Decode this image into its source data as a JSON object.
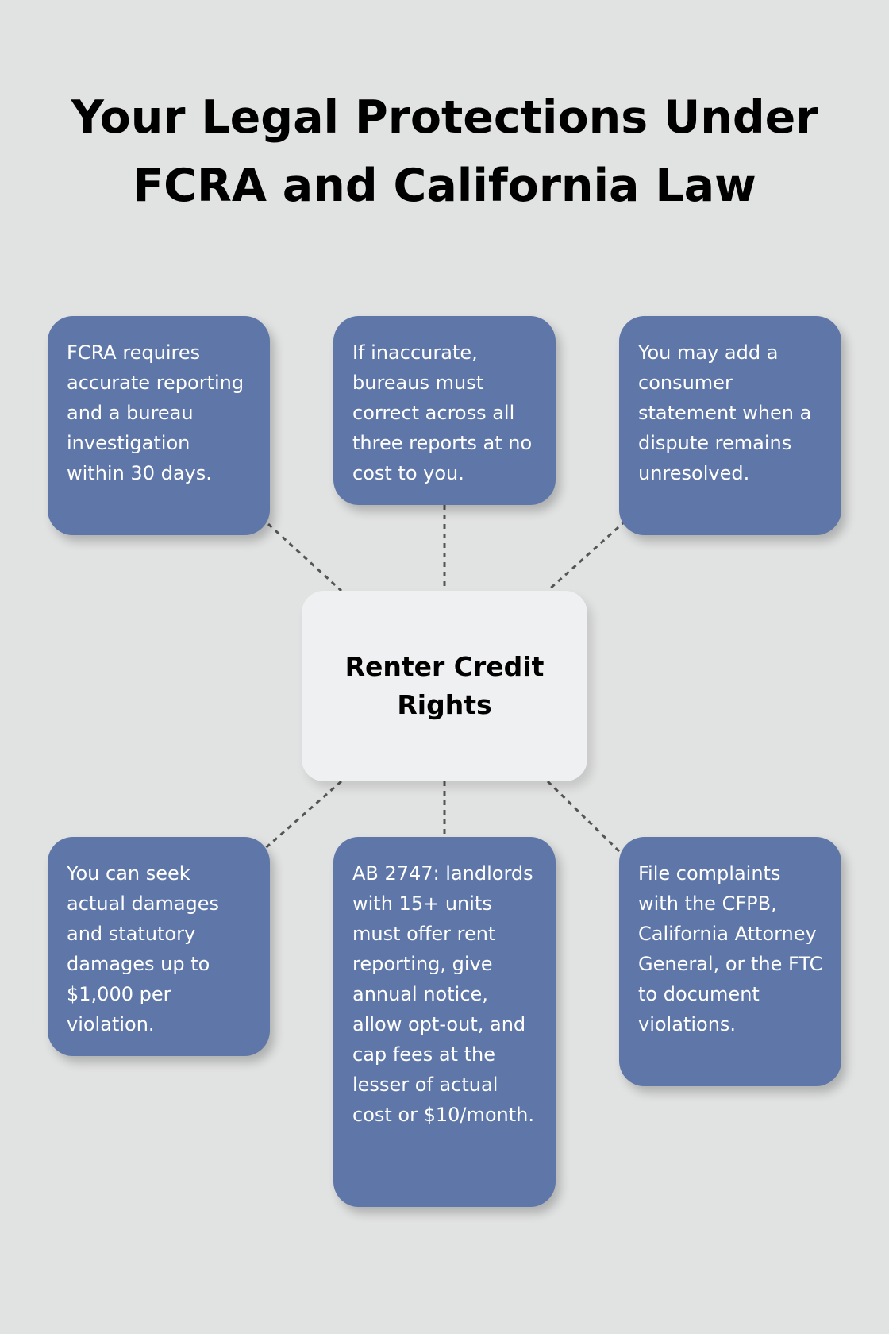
{
  "title": "Your Legal Protections Under FCRA and California Law",
  "center": {
    "label": "Renter Credit Rights"
  },
  "boxes": [
    {
      "text": "FCRA requires accurate reporting and a bureau investigation within 30 days."
    },
    {
      "text": "If inaccurate, bureaus must correct across all three reports at no cost to you."
    },
    {
      "text": "You may add a consumer statement when a dispute remains unresolved."
    },
    {
      "text": "You can seek actual damages and statutory damages up to $1,000 per violation."
    },
    {
      "text": "AB 2747: landlords with 15+ units must offer rent reporting, give annual notice, allow opt-out, and cap fees at the lesser of actual cost or $10/month."
    },
    {
      "text": "File complaints with the CFPB, California Attorney General, or the FTC to document violations."
    }
  ],
  "colors": {
    "background": "#e1e2e2",
    "box_fill": "#5e77a8",
    "hub_fill": "#eff0f2",
    "connector": "#555555"
  }
}
